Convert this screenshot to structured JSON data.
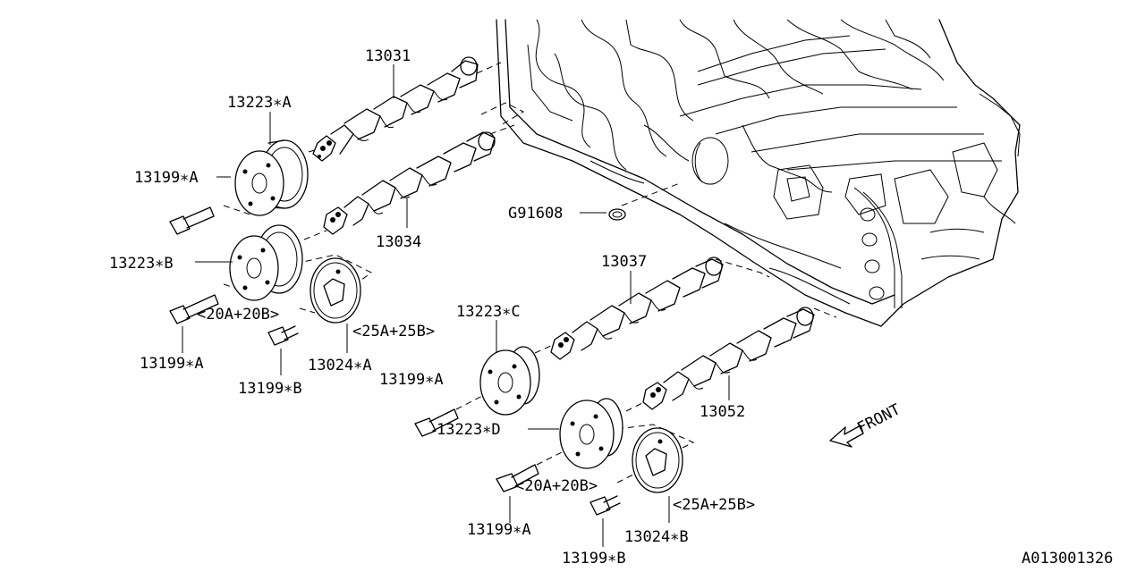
{
  "diagram_code": "A013001326",
  "front_label": "FRONT",
  "labels": {
    "p13031": "13031",
    "p13223A": "13223∗A",
    "p13199A_1": "13199∗A",
    "p13034": "13034",
    "pG91608": "G91608",
    "p13223B": "13223∗B",
    "p20A20B_1": "<20A+20B>",
    "p25A25B_1": "<25A+25B>",
    "p13199A_2": "13199∗A",
    "p13024A": "13024∗A",
    "p13199B_1": "13199∗B",
    "p13037": "13037",
    "p13223C": "13223∗C",
    "p13199A_3": "13199∗A",
    "p13052": "13052",
    "p13223D": "13223∗D",
    "p20A20B_2": "<20A+20B>",
    "p25A25B_2": "<25A+25B>",
    "p13199A_4": "13199∗A",
    "p13024B": "13024∗B",
    "p13199B_2": "13199∗B"
  }
}
